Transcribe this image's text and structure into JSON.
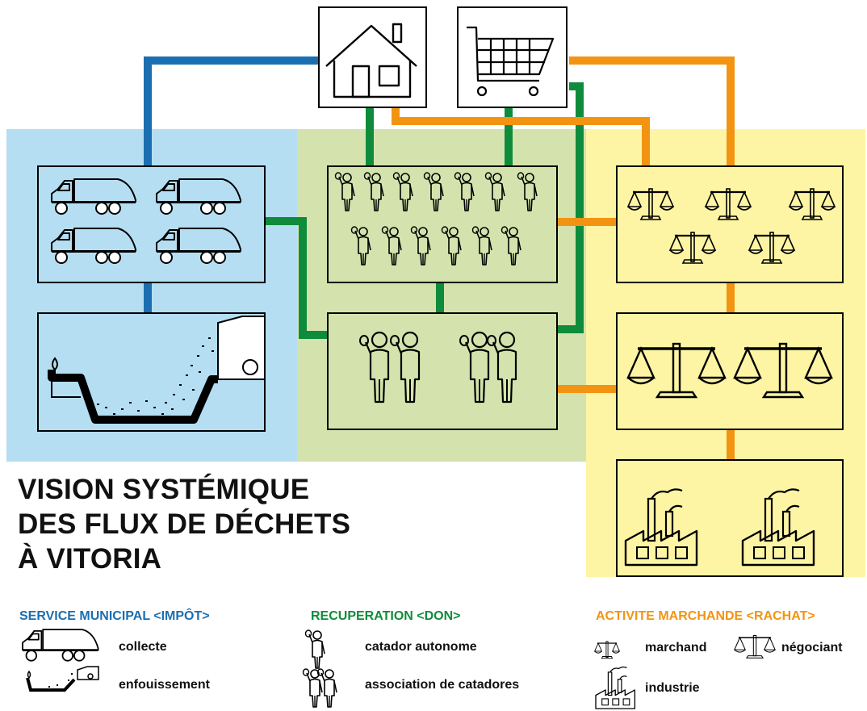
{
  "title": {
    "lines": [
      "VISION SYSTÉMIQUE",
      "DES FLUX DE DÉCHETS",
      "À VITORIA"
    ]
  },
  "legend": {
    "service": {
      "heading": "SERVICE MUNICIPAL <IMPÔT>",
      "collecte": "collecte",
      "enfouissement": "enfouissement"
    },
    "recuperation": {
      "heading": "RECUPERATION <DON>",
      "catador": "catador autonome",
      "association": "association de catadores"
    },
    "marchande": {
      "heading": "ACTIVITE MARCHANDE <RACHAT>",
      "marchand": "marchand",
      "negociant": "négociant",
      "industrie": "industrie"
    }
  },
  "colors": {
    "blue_bg": "#b5def2",
    "green_bg": "#d4e3ad",
    "yellow_bg": "#fdf5a4",
    "blue_flow": "#1b6fb0",
    "green_flow": "#0f8c3b",
    "orange_flow": "#f29412"
  },
  "icons": [
    "house-icon",
    "shopping-cart-icon",
    "garbage-truck-icon",
    "landfill-icon",
    "catador-icon",
    "association-icon",
    "scale-small-icon",
    "scale-large-icon",
    "factory-icon"
  ]
}
